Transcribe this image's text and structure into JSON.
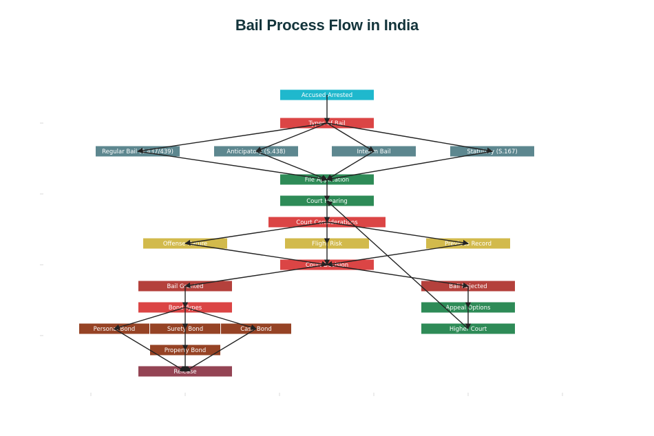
{
  "title": "Bail Process Flow in India",
  "colors": {
    "start": "#1fb8cd",
    "decision": "#db4545",
    "bail_type": "#5d878f",
    "procedure": "#2e8b57",
    "factor": "#d2ba4c",
    "granted": "#b4413c",
    "rejected": "#b4413c",
    "bond": "#964325",
    "release": "#944454",
    "edge": "#222222",
    "title": "#13343b"
  },
  "nodes": [
    {
      "id": "accused_arrested",
      "label": "Accused Arrested",
      "category": "start"
    },
    {
      "id": "types_of_bail",
      "label": "Types of Bail",
      "category": "decision"
    },
    {
      "id": "regular_bail",
      "label": "Regular Bail (S.437/439)",
      "category": "bail_type"
    },
    {
      "id": "anticipatory",
      "label": "Anticipatory (S.438)",
      "category": "bail_type"
    },
    {
      "id": "interim_bail",
      "label": "Interim Bail",
      "category": "bail_type"
    },
    {
      "id": "statutory",
      "label": "Statutory (S.167)",
      "category": "bail_type"
    },
    {
      "id": "file_application",
      "label": "File Application",
      "category": "procedure"
    },
    {
      "id": "court_hearing",
      "label": "Court Hearing",
      "category": "procedure"
    },
    {
      "id": "court_considerations",
      "label": "Court Considerations",
      "category": "decision"
    },
    {
      "id": "offense_nature",
      "label": "Offense Nature",
      "category": "factor"
    },
    {
      "id": "flight_risk",
      "label": "Flight Risk",
      "category": "factor"
    },
    {
      "id": "previous_record",
      "label": "Previous Record",
      "category": "factor"
    },
    {
      "id": "court_decision",
      "label": "Court Decision",
      "category": "decision"
    },
    {
      "id": "bail_granted",
      "label": "Bail Granted",
      "category": "granted"
    },
    {
      "id": "bail_rejected",
      "label": "Bail Rejected",
      "category": "rejected"
    },
    {
      "id": "bond_types",
      "label": "Bond Types",
      "category": "decision"
    },
    {
      "id": "appeal_options",
      "label": "Appeal Options",
      "category": "procedure"
    },
    {
      "id": "personal_bond",
      "label": "Personal Bond",
      "category": "bond"
    },
    {
      "id": "surety_bond",
      "label": "Surety Bond",
      "category": "bond"
    },
    {
      "id": "cash_bond",
      "label": "Cash Bond",
      "category": "bond"
    },
    {
      "id": "higher_court",
      "label": "Higher Court",
      "category": "procedure"
    },
    {
      "id": "property_bond",
      "label": "Property Bond",
      "category": "bond"
    },
    {
      "id": "release",
      "label": "Release",
      "category": "release"
    }
  ],
  "edges": [
    {
      "from": "accused_arrested",
      "to": "types_of_bail"
    },
    {
      "from": "types_of_bail",
      "to": "regular_bail"
    },
    {
      "from": "types_of_bail",
      "to": "anticipatory"
    },
    {
      "from": "types_of_bail",
      "to": "interim_bail"
    },
    {
      "from": "types_of_bail",
      "to": "statutory"
    },
    {
      "from": "regular_bail",
      "to": "file_application"
    },
    {
      "from": "anticipatory",
      "to": "file_application"
    },
    {
      "from": "interim_bail",
      "to": "file_application"
    },
    {
      "from": "statutory",
      "to": "file_application"
    },
    {
      "from": "file_application",
      "to": "court_hearing"
    },
    {
      "from": "court_hearing",
      "to": "court_considerations"
    },
    {
      "from": "court_considerations",
      "to": "offense_nature"
    },
    {
      "from": "court_considerations",
      "to": "flight_risk"
    },
    {
      "from": "court_considerations",
      "to": "previous_record"
    },
    {
      "from": "offense_nature",
      "to": "court_decision"
    },
    {
      "from": "flight_risk",
      "to": "court_decision"
    },
    {
      "from": "previous_record",
      "to": "court_decision"
    },
    {
      "from": "court_decision",
      "to": "bail_granted"
    },
    {
      "from": "court_decision",
      "to": "bail_rejected"
    },
    {
      "from": "bail_granted",
      "to": "bond_types"
    },
    {
      "from": "bond_types",
      "to": "personal_bond"
    },
    {
      "from": "bond_types",
      "to": "surety_bond"
    },
    {
      "from": "bond_types",
      "to": "cash_bond"
    },
    {
      "from": "surety_bond",
      "to": "property_bond"
    },
    {
      "from": "personal_bond",
      "to": "release"
    },
    {
      "from": "property_bond",
      "to": "release"
    },
    {
      "from": "cash_bond",
      "to": "release"
    },
    {
      "from": "bail_rejected",
      "to": "appeal_options"
    },
    {
      "from": "appeal_options",
      "to": "higher_court"
    },
    {
      "from": "higher_court",
      "to": "court_hearing"
    }
  ]
}
